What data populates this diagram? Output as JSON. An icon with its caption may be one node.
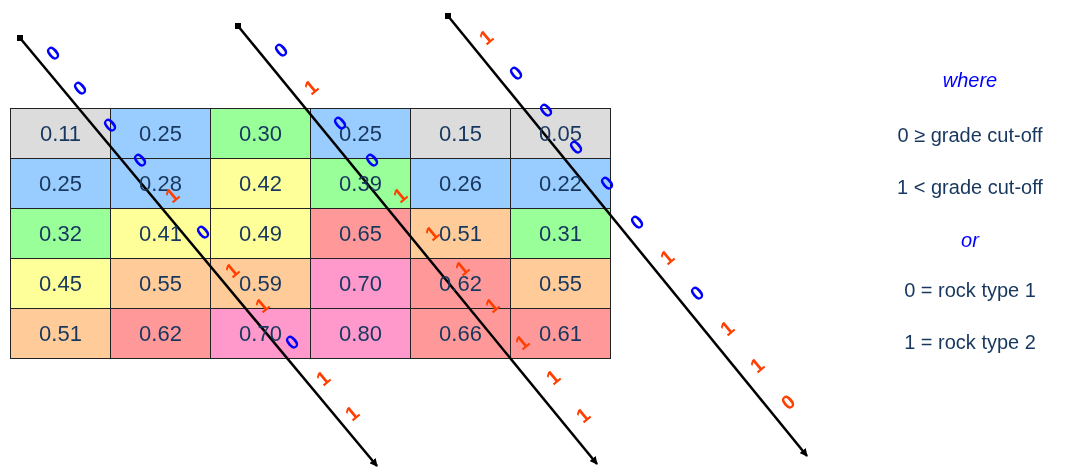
{
  "diagram": {
    "labels": [
      "0.11",
      "0.25",
      "0.30",
      "0.25",
      "0.15",
      "0.05",
      "0.25",
      "0.28",
      "0.42",
      "0.39",
      "0.26",
      "0.22",
      "0.32",
      "0.41",
      "0.49",
      "0.65",
      "0.51",
      "0.31",
      "0.45",
      "0.55",
      "0.59",
      "0.70",
      "0.62",
      "0.55",
      "0.51",
      "0.62",
      "0.70",
      "0.80",
      "0.66",
      "0.61",
      "0",
      "0",
      "0",
      "0",
      "1",
      "0",
      "1",
      "1",
      "0",
      "1",
      "1",
      "0",
      "1",
      "0",
      "0",
      "1",
      "1",
      "1",
      "1",
      "1",
      "1",
      "1",
      "1",
      "0",
      "0",
      "0",
      "0",
      "0",
      "1",
      "0",
      "1",
      "1",
      "0",
      "where",
      "0 ≥ grade cut-off",
      "1 < grade cut-off",
      "or",
      "0 = rock type 1",
      "1 = rock type 2"
    ]
  }
}
